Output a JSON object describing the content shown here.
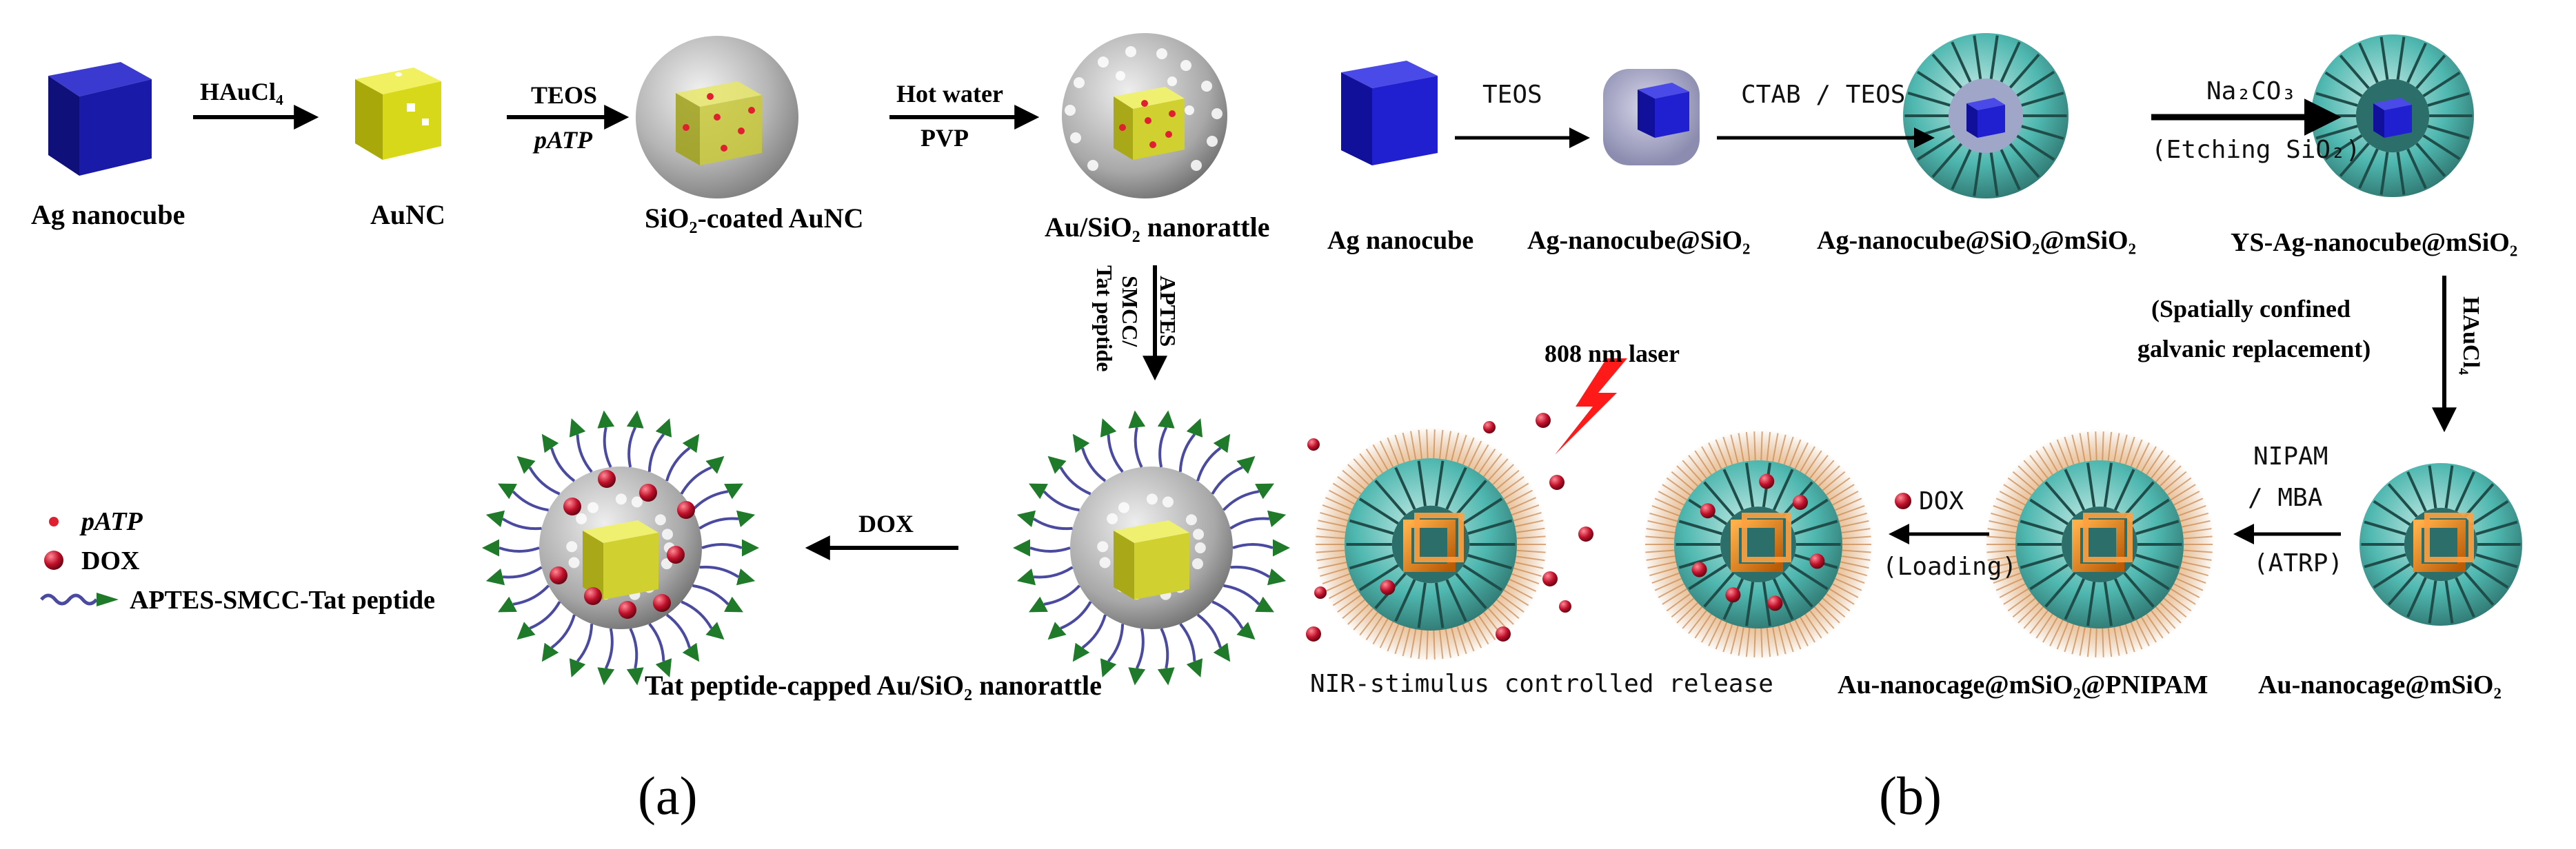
{
  "colors": {
    "ag_cube": "#1a1aa8",
    "au_cube": "#d8d81a",
    "silica": "#9a9a9a",
    "mesoporous": "#4fb8b0",
    "nanocage": "#e07a10",
    "pnipam": "#d49a60",
    "dox": "#c0102a",
    "patp": "#e02030",
    "peptide_arrow": "#1f7a2a",
    "peptide_chain": "#4a4aa0",
    "laser": "#ff1a1a"
  },
  "panel_a": {
    "tag": "(a)",
    "labels": {
      "ag_nanocube": "Ag nanocube",
      "aunc": "AuNC",
      "sio2_coated": "SiO₂-coated AuNC",
      "au_sio2": "Au/SiO₂ nanorattle",
      "tat_capped": "Tat peptide-capped Au/SiO₂ nanorattle"
    },
    "arrows": {
      "haucl4": "HAuCl₄",
      "teos": "TEOS",
      "patp": "pATP",
      "hot_water": "Hot water",
      "pvp": "PVP",
      "aptes": "APTES",
      "smcc": "SMCC/",
      "tat": "Tat peptide",
      "dox": "DOX"
    },
    "legend": {
      "patp": "pATP",
      "dox": "DOX",
      "chain": "APTES-SMCC-Tat peptide"
    }
  },
  "panel_b": {
    "tag": "(b)",
    "labels": {
      "ag_nanocube": "Ag nanocube",
      "ag_sio2": "Ag-nanocube@SiO₂",
      "ag_sio2_msio2": "Ag-nanocube@SiO₂@mSiO₂",
      "ys": "YS-Ag-nanocube@mSiO₂",
      "au_cage": "Au-nanocage@mSiO₂",
      "au_cage_pnipam": "Au-nanocage@mSiO₂@PNIPAM",
      "nir": "NIR-stimulus controlled release"
    },
    "arrows": {
      "teos": "TEOS",
      "ctab": "CTAB / TEOS",
      "na2co3": "Na₂CO₃",
      "etching": "(Etching SiO₂)",
      "spatial1": "(Spatially confined",
      "spatial2": "galvanic replacement)",
      "haucl4": "HAuCl₄",
      "nipam": "NIPAM",
      "mba": "/ MBA",
      "atrp": "(ATRP)",
      "dox": "DOX",
      "loading": "(Loading)",
      "laser": "808 nm laser"
    }
  }
}
